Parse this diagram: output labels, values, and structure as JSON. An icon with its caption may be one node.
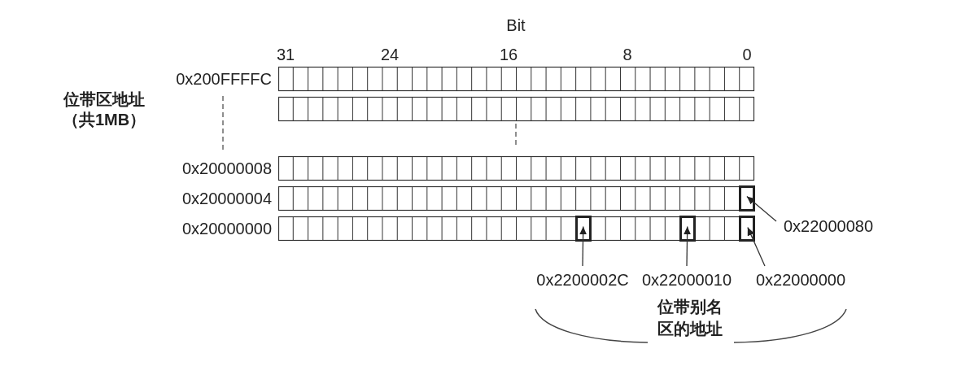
{
  "diagram": {
    "nodes": [
      {
        "text": [],
        "shape": "bar",
        "beside": [
          "0x200FFFFC"
        ]
      },
      {
        "text": [],
        "shape": "bar"
      },
      {
        "text": [],
        "shape": "bar",
        "beside": [
          "0x20000008"
        ]
      },
      {
        "text": [],
        "shape": "bar",
        "beside": [
          "0x20000004"
        ]
      },
      {
        "text": [],
        "shape": "box",
        "in": 3
      },
      {
        "text": [],
        "shape": "bar",
        "beside": [
          "0x20000000"
        ]
      },
      {
        "text": [],
        "shape": "box",
        "in": 5
      },
      {
        "text": [],
        "shape": "box",
        "in": 5
      },
      {
        "text": [],
        "shape": "box",
        "in": 5
      },
      {
        "text": [
          "0x22000080"
        ]
      },
      {
        "text": [
          "0x2200002C"
        ]
      },
      {
        "text": [
          "0x22000010"
        ]
      },
      {
        "text": [
          "0x22000000"
        ]
      }
    ],
    "edges": [
      {
        "from": 9,
        "to": 4,
        "arrow": "to"
      },
      {
        "from": 10,
        "to": 6,
        "arrow": "to"
      },
      {
        "from": 11,
        "to": 7,
        "arrow": "to"
      },
      {
        "from": 12,
        "to": 8,
        "arrow": "to"
      }
    ],
    "labels": [
      "Bit",
      "31",
      "24",
      "16",
      "8",
      "0",
      "位带区地址（共1MB）",
      "位带别名区的地址"
    ]
  }
}
